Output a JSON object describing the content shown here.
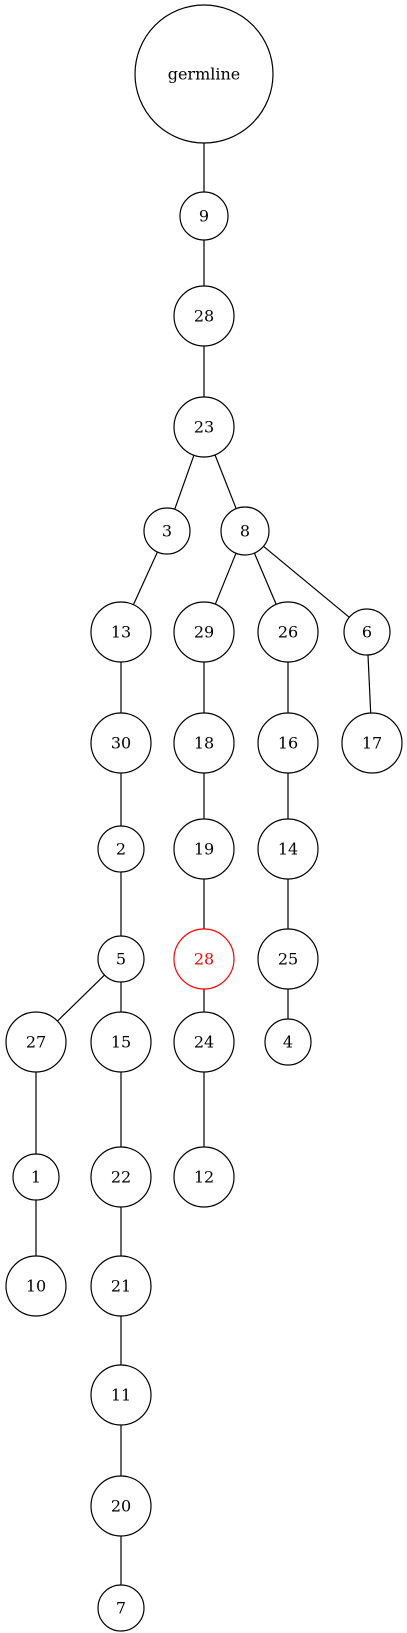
{
  "diagram": {
    "colors": {
      "default_stroke": "#000000",
      "highlight_stroke": "#ff0000",
      "fill": "#ffffff"
    },
    "nodes": [
      {
        "id": "n0",
        "label": "germline",
        "parent": null
      },
      {
        "id": "n1",
        "label": "9",
        "parent": "n0"
      },
      {
        "id": "n2",
        "label": "28",
        "parent": "n1"
      },
      {
        "id": "n3",
        "label": "23",
        "parent": "n2"
      },
      {
        "id": "n4",
        "label": "3",
        "parent": "n3"
      },
      {
        "id": "n5",
        "label": "8",
        "parent": "n3"
      },
      {
        "id": "n6",
        "label": "13",
        "parent": "n4"
      },
      {
        "id": "n7",
        "label": "29",
        "parent": "n5"
      },
      {
        "id": "n8",
        "label": "26",
        "parent": "n5"
      },
      {
        "id": "n9",
        "label": "6",
        "parent": "n5"
      },
      {
        "id": "n10",
        "label": "30",
        "parent": "n6"
      },
      {
        "id": "n11",
        "label": "18",
        "parent": "n7"
      },
      {
        "id": "n12",
        "label": "16",
        "parent": "n8"
      },
      {
        "id": "n13",
        "label": "17",
        "parent": "n9"
      },
      {
        "id": "n14",
        "label": "2",
        "parent": "n10"
      },
      {
        "id": "n15",
        "label": "19",
        "parent": "n11"
      },
      {
        "id": "n16",
        "label": "14",
        "parent": "n12"
      },
      {
        "id": "n17",
        "label": "5",
        "parent": "n14"
      },
      {
        "id": "n18",
        "label": "28",
        "parent": "n15",
        "highlight": true
      },
      {
        "id": "n19",
        "label": "25",
        "parent": "n16"
      },
      {
        "id": "n20",
        "label": "27",
        "parent": "n17"
      },
      {
        "id": "n21",
        "label": "15",
        "parent": "n17"
      },
      {
        "id": "n22",
        "label": "24",
        "parent": "n18"
      },
      {
        "id": "n23",
        "label": "4",
        "parent": "n19"
      },
      {
        "id": "n24",
        "label": "1",
        "parent": "n20"
      },
      {
        "id": "n25",
        "label": "22",
        "parent": "n21"
      },
      {
        "id": "n26",
        "label": "12",
        "parent": "n22"
      },
      {
        "id": "n27",
        "label": "10",
        "parent": "n24"
      },
      {
        "id": "n28",
        "label": "21",
        "parent": "n25"
      },
      {
        "id": "n29",
        "label": "11",
        "parent": "n28"
      },
      {
        "id": "n30",
        "label": "20",
        "parent": "n29"
      },
      {
        "id": "n31",
        "label": "7",
        "parent": "n30"
      }
    ]
  }
}
